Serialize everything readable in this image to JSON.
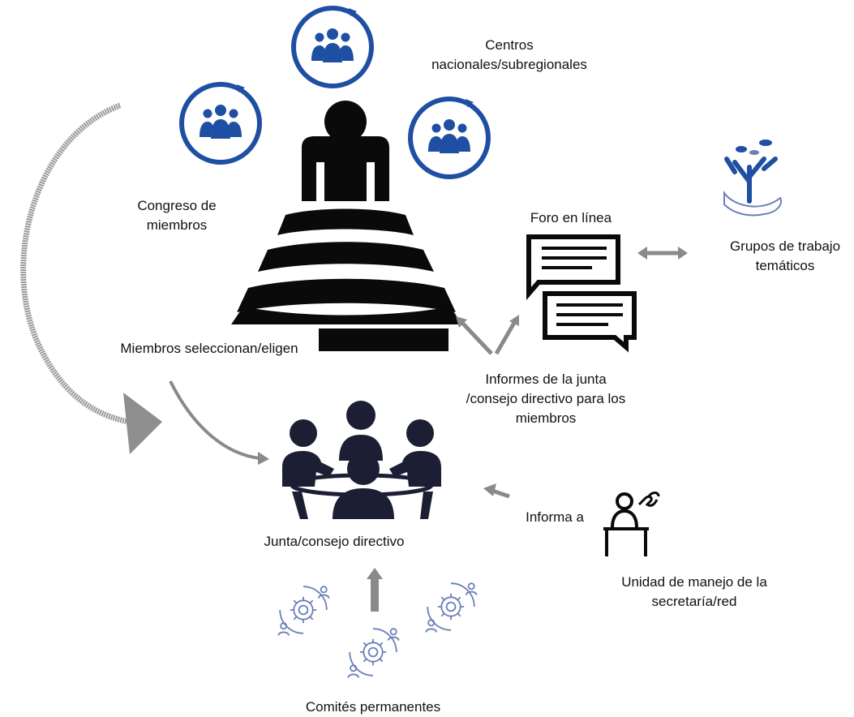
{
  "diagram": {
    "congress": "Congreso de miembros",
    "centers": "Centros nacionales/subregionales",
    "members_select": "Miembros seleccionan/eligen",
    "forum": "Foro en línea",
    "working_groups": "Grupos de trabajo temáticos",
    "board_reports": "Informes de la junta /consejo directivo para los miembros",
    "board": "Junta/consejo directivo",
    "reports_to": "Informa a",
    "secretariat": "Unidad de manejo de la secretaría/red",
    "committees": "Comités permanentes"
  },
  "colors": {
    "icon_blue": "#1f4fa3",
    "icon_dark": "#1c1f33",
    "arrow_gray": "#8a8a8a",
    "committee_blue": "#6b7fb8"
  }
}
